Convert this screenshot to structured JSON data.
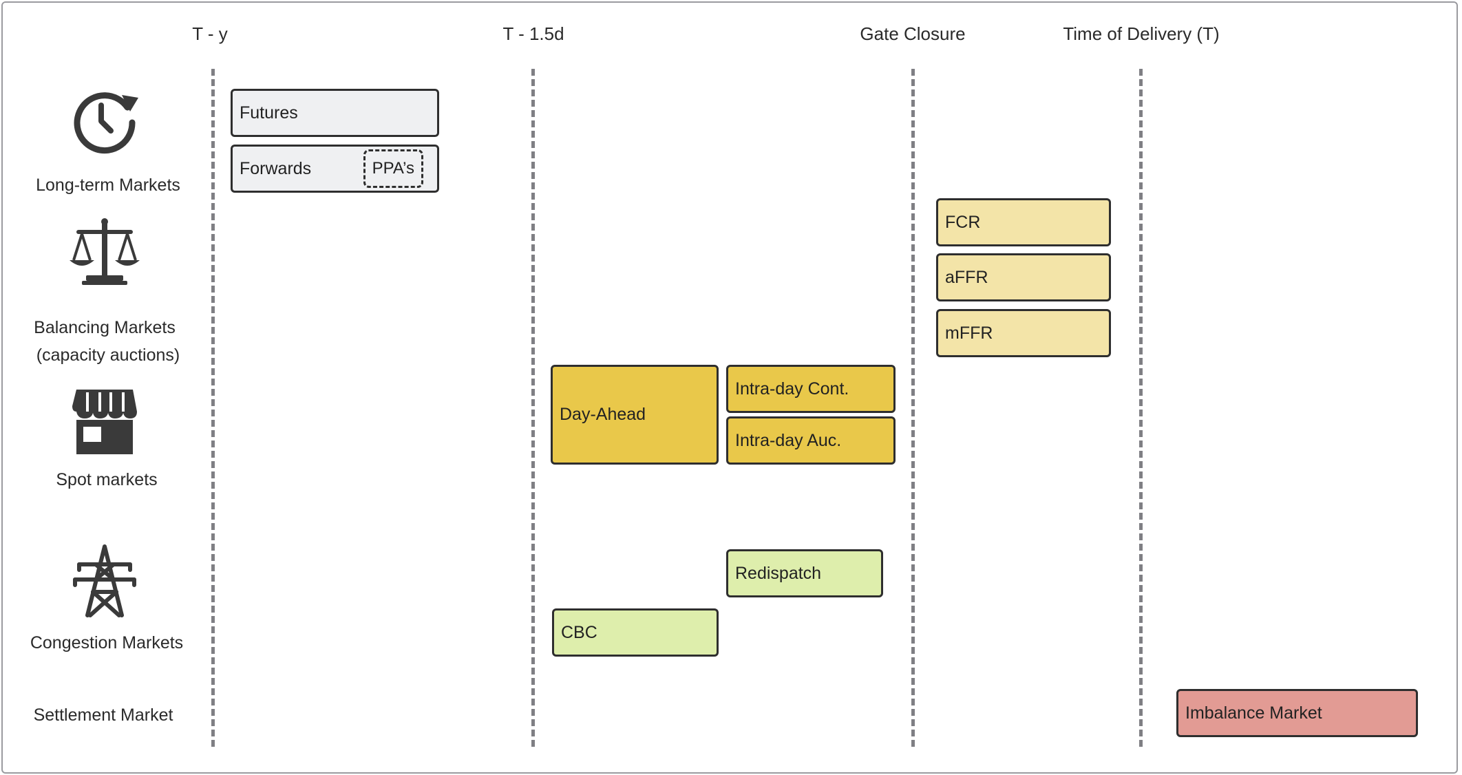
{
  "columns": [
    {
      "label": "T - y"
    },
    {
      "label": "T - 1.5d"
    },
    {
      "label": "Gate Closure"
    },
    {
      "label": "Time of Delivery (T)"
    }
  ],
  "categories": [
    {
      "label": "Long-term Markets",
      "icon": "clock-refresh-icon"
    },
    {
      "label_line1": "Balancing Markets",
      "label_line2": "(capacity auctions)",
      "icon": "scales-icon"
    },
    {
      "label": "Spot markets",
      "icon": "storefront-icon"
    },
    {
      "label": "Congestion Markets",
      "icon": "power-pylon-icon"
    },
    {
      "label": "Settlement Market"
    }
  ],
  "boxes": {
    "futures": "Futures",
    "forwards": "Forwards",
    "ppas": "PPA’s",
    "fcr": "FCR",
    "affr": "aFFR",
    "mffr": "mFFR",
    "day_ahead": "Day-Ahead",
    "intraday_cont": "Intra-day Cont.",
    "intraday_auc": "Intra-day Auc.",
    "redispatch": "Redispatch",
    "cbc": "CBC",
    "imbalance": "Imbalance Market"
  },
  "colors": {
    "long_term": "#eff0f2",
    "balancing": "#f3e4a8",
    "spot": "#e9c84a",
    "congestion": "#deeeac",
    "settlement": "#e29b94",
    "border": "#2e2e2e",
    "dashed_line": "#7f7f84"
  }
}
